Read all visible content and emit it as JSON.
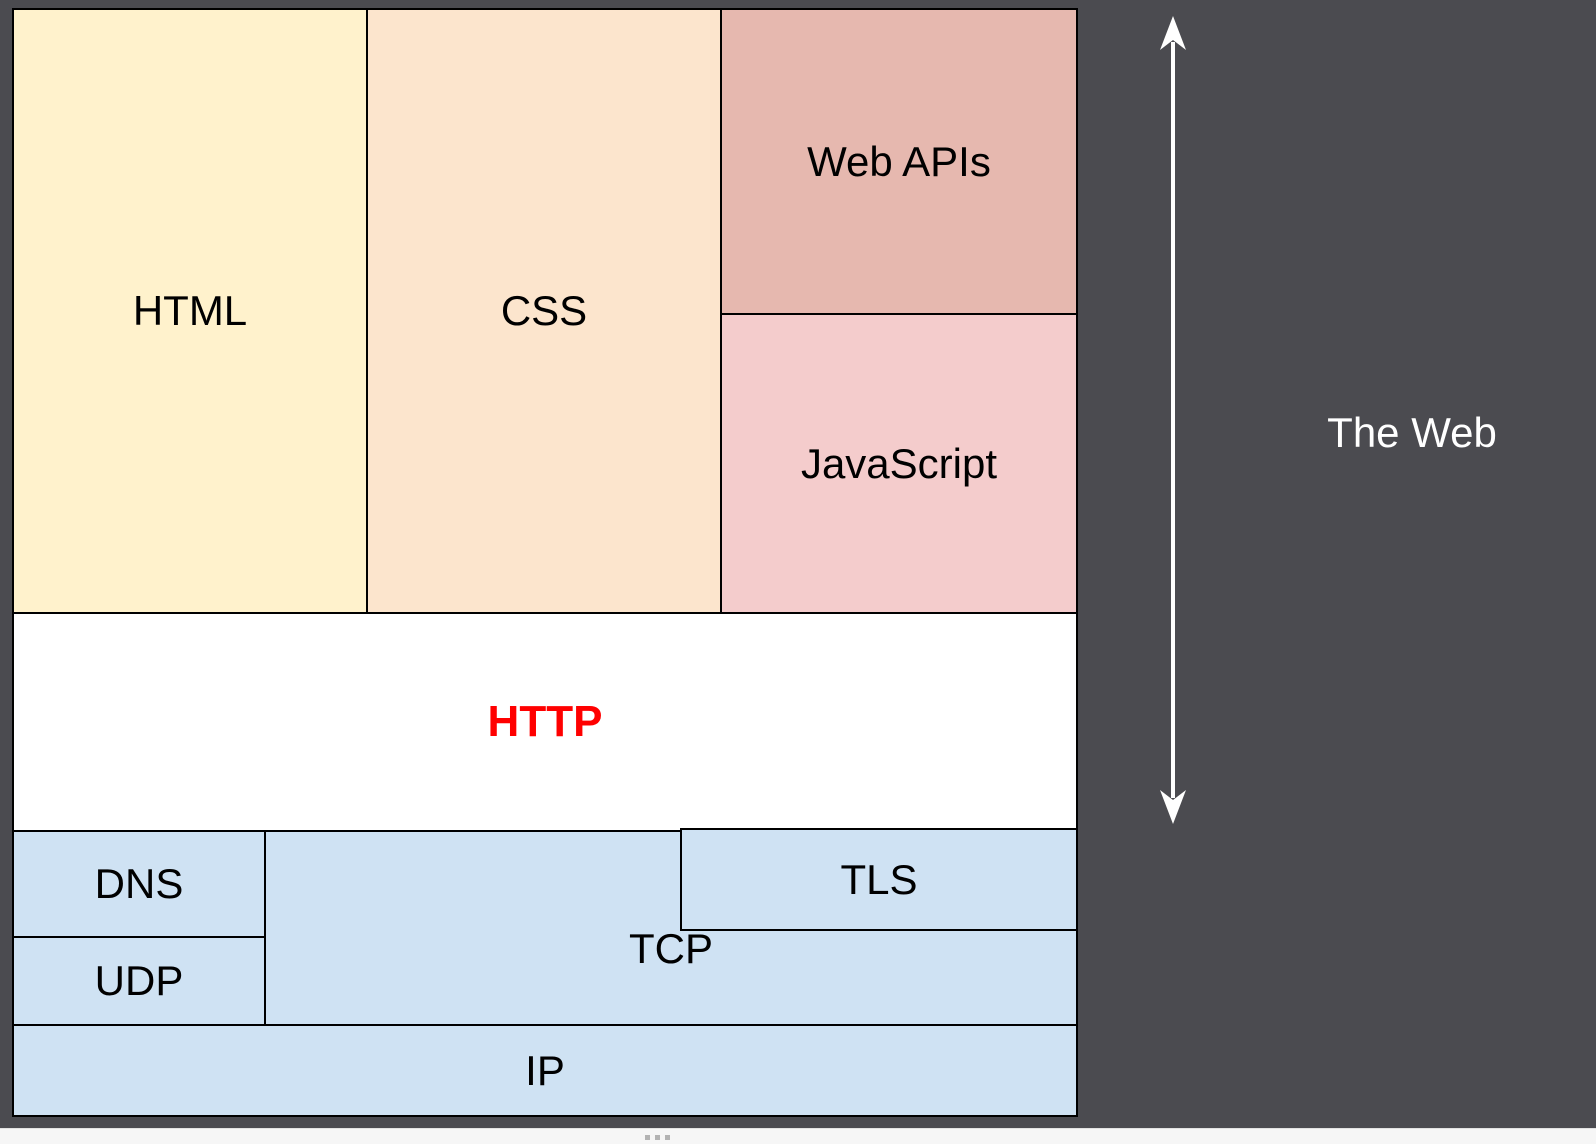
{
  "diagram": {
    "background_color": "#4B4B50",
    "border_color": "#000000",
    "boxes": {
      "html": {
        "label": "HTML",
        "color": "#FFF2CC"
      },
      "css": {
        "label": "CSS",
        "color": "#FCE5CD"
      },
      "web_apis": {
        "label": "Web APIs",
        "color": "#E6B8AF"
      },
      "javascript": {
        "label": "JavaScript",
        "color": "#F4CCCC"
      },
      "http": {
        "label": "HTTP",
        "color": "#FFFFFF",
        "text_color": "#FF0000"
      },
      "dns": {
        "label": "DNS",
        "color": "#CFE2F3"
      },
      "udp": {
        "label": "UDP",
        "color": "#CFE2F3"
      },
      "tcp": {
        "label": "TCP",
        "color": "#CFE2F3"
      },
      "tls": {
        "label": "TLS",
        "color": "#CFE2F3"
      },
      "ip": {
        "label": "IP",
        "color": "#CFE2F3"
      }
    },
    "annotation": {
      "label": "The Web",
      "text_color": "#FFFFFF",
      "arrow": "double-headed-vertical-arrow",
      "arrow_color": "#FFFFFF"
    }
  },
  "footer": {
    "handle_icon": "ellipsis-dots"
  }
}
